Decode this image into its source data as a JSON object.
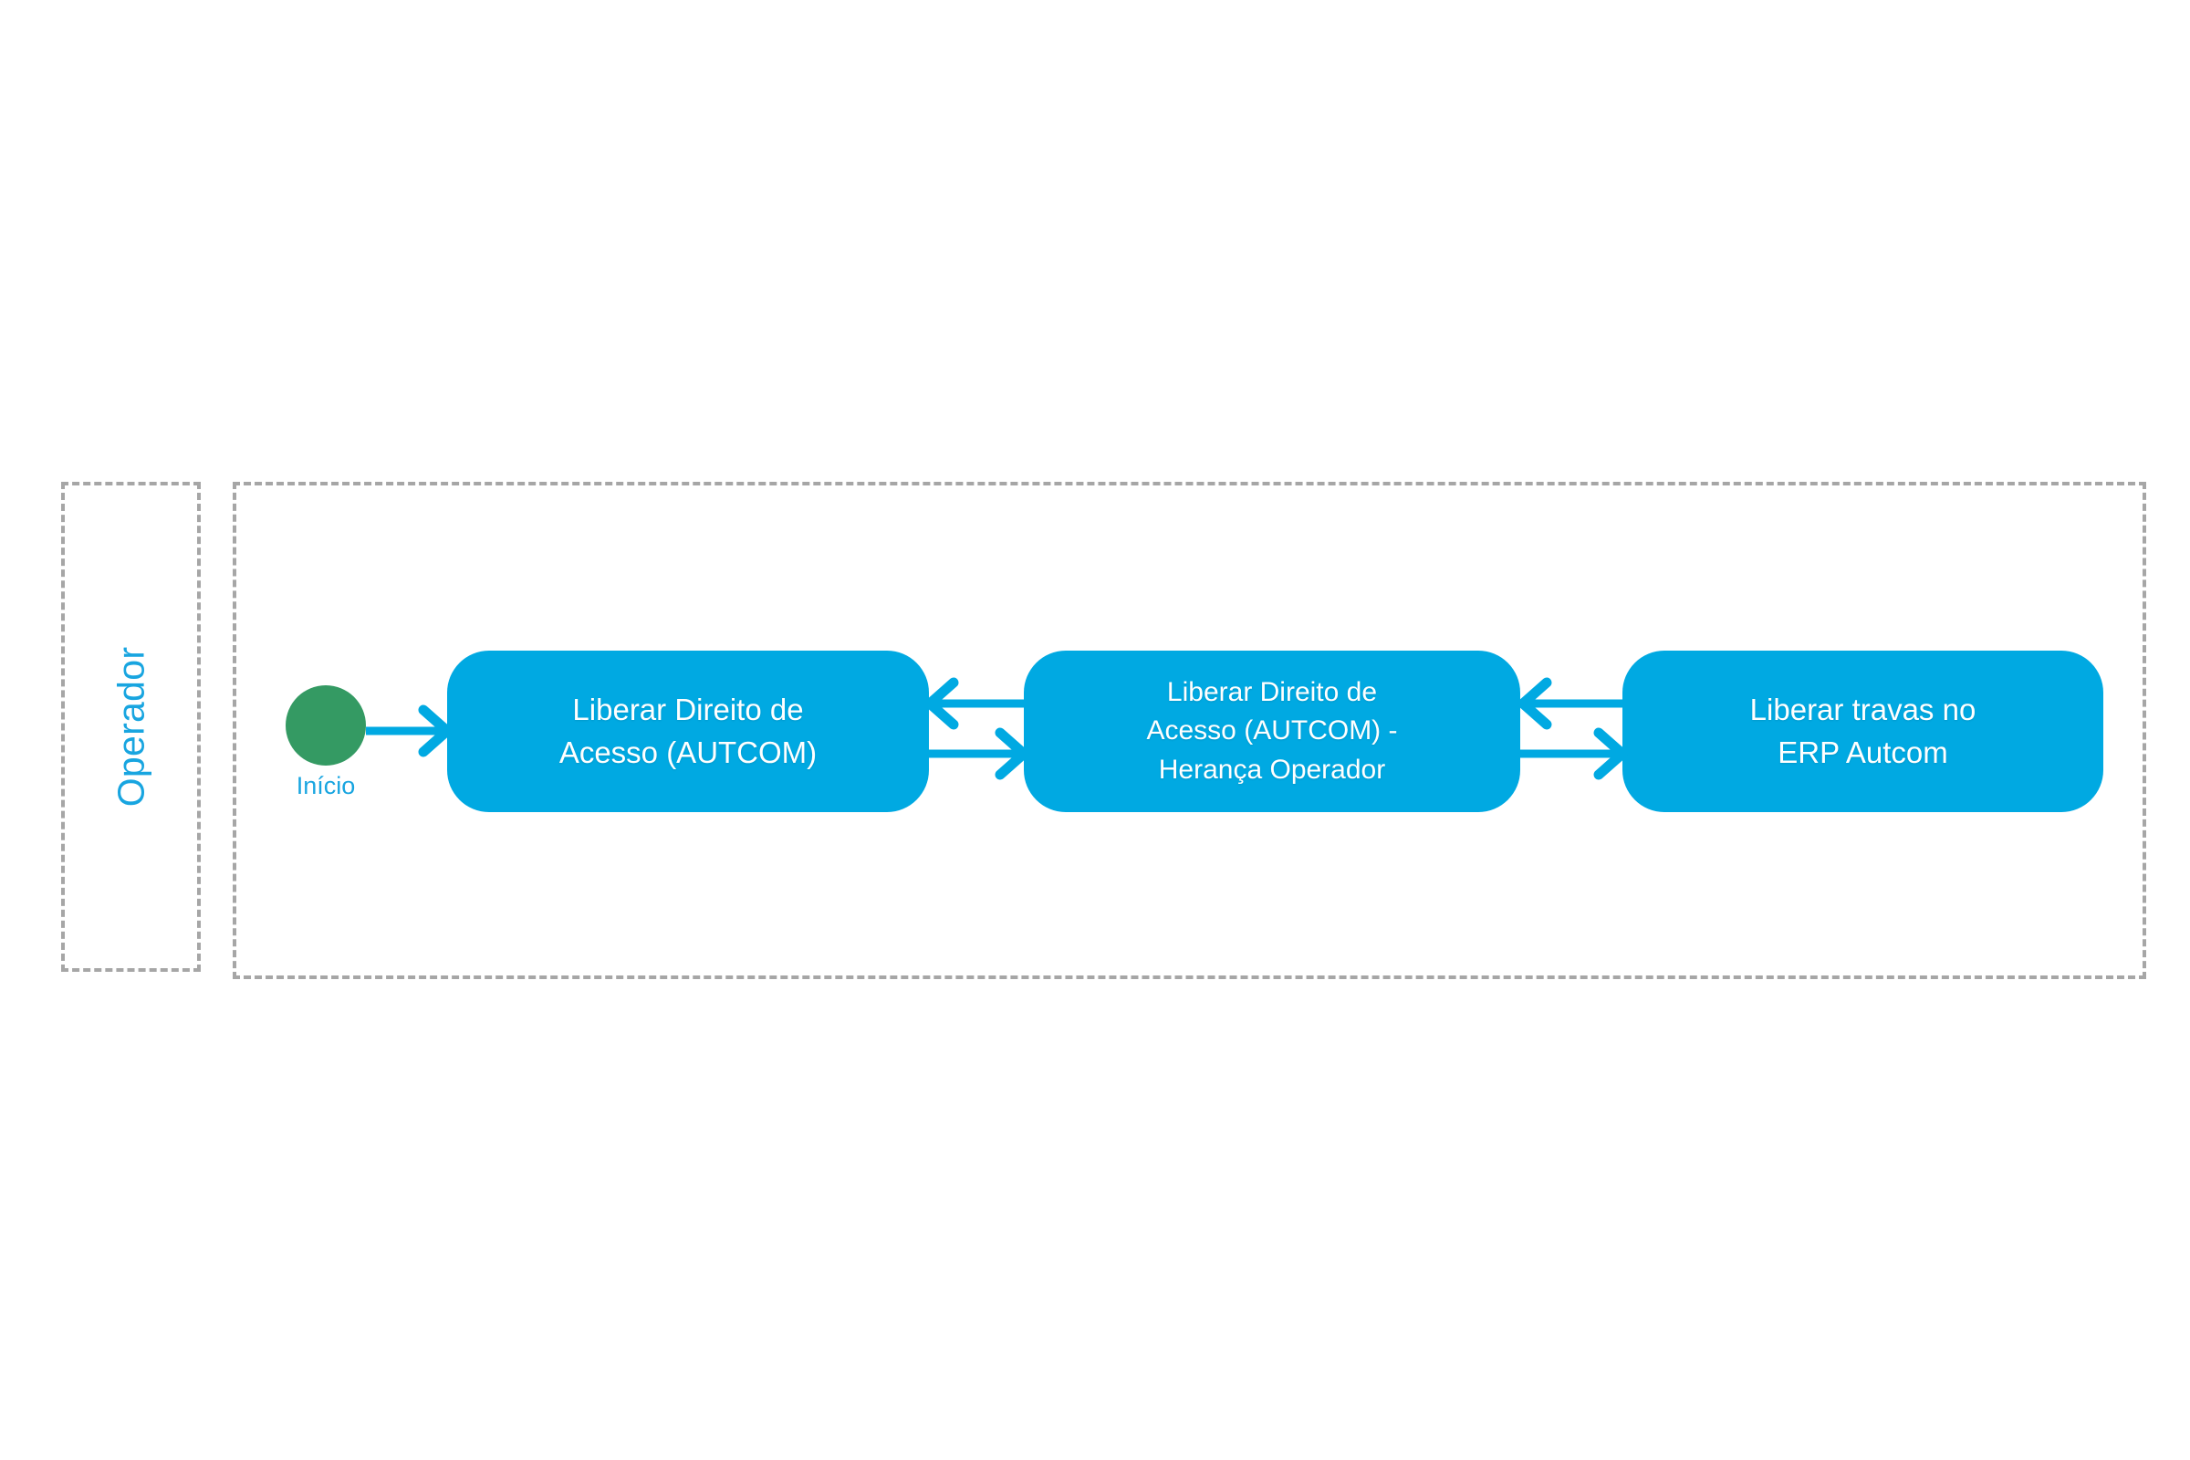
{
  "diagram": {
    "type": "bpmn-swimlane-flow",
    "background_color": "#ffffff",
    "accent_color": "#00a9e2",
    "start_color": "#349a63",
    "border_color": "#a6a6a6",
    "lane": {
      "label": "Operador"
    },
    "start_event": {
      "label": "Início",
      "icon": "start-event-circle"
    },
    "tasks": [
      {
        "id": "task-1",
        "label": "Liberar Direito de\nAcesso (AUTCOM)"
      },
      {
        "id": "task-2",
        "label": "Liberar Direito de\nAcesso (AUTCOM) -\nHerança Operador"
      },
      {
        "id": "task-3",
        "label": "Liberar travas no\nERP Autcom"
      }
    ],
    "connectors": [
      {
        "id": "start-to-task-1",
        "from": "start_event",
        "to": "task-1",
        "direction": "right"
      },
      {
        "id": "task-2-to-task-1",
        "from": "task-2",
        "to": "task-1",
        "direction": "left"
      },
      {
        "id": "task-1-to-task-2",
        "from": "task-1",
        "to": "task-2",
        "direction": "right"
      },
      {
        "id": "task-3-to-task-2",
        "from": "task-3",
        "to": "task-2",
        "direction": "left"
      },
      {
        "id": "task-2-to-task-3",
        "from": "task-2",
        "to": "task-3",
        "direction": "right"
      }
    ]
  }
}
